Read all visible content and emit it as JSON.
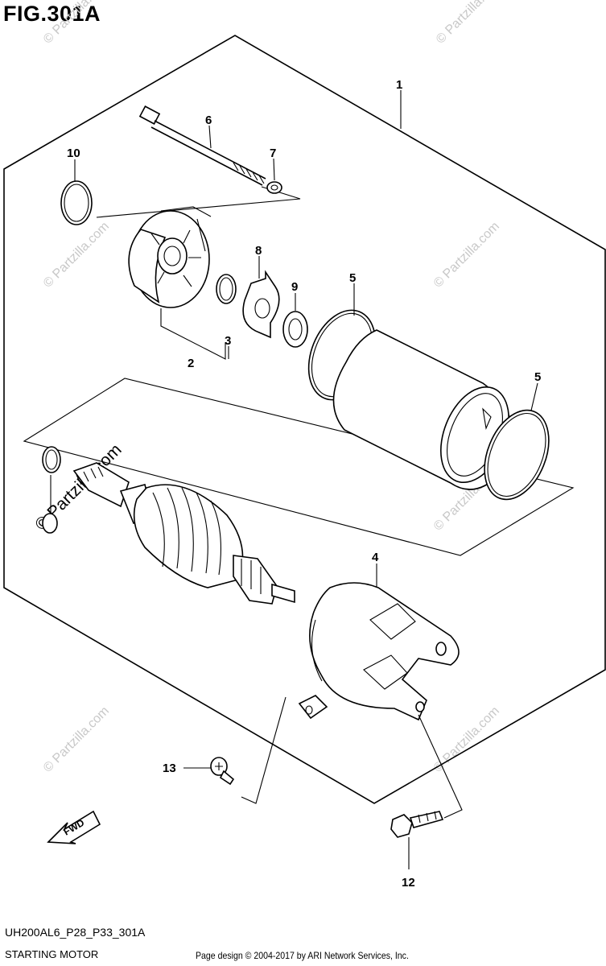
{
  "figure": {
    "title": "FIG.301A",
    "code": "UH200AL6_P28_P33_301A",
    "section": "STARTING MOTOR",
    "copyright": "Page design © 2004-2017 by ARI Network Services, Inc."
  },
  "callouts": {
    "c1": "1",
    "c2": "2",
    "c3": "3",
    "c4": "4",
    "c5a": "5",
    "c5b": "5",
    "c6": "6",
    "c7": "7",
    "c8": "8",
    "c9": "9",
    "c10": "10",
    "c12": "12",
    "c13": "13"
  },
  "fwd_label": "FWD",
  "watermark": "© Partzilla.com",
  "colors": {
    "line": "#000000",
    "watermark": "#c8c8c8",
    "background": "#ffffff"
  }
}
